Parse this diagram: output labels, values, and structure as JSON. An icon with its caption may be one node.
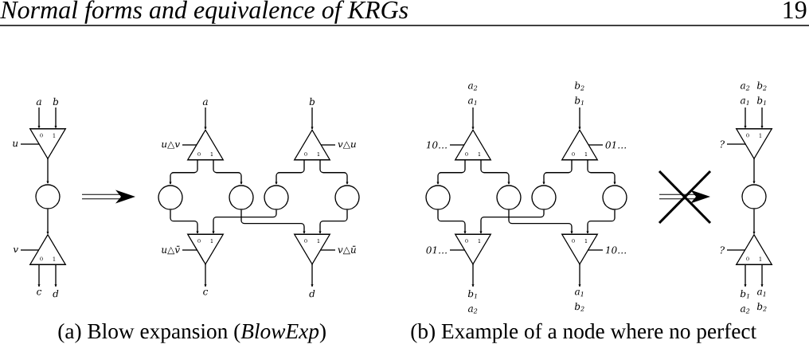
{
  "diagram": {
    "nodes": [
      {
        "text": [
          "a"
        ]
      },
      {
        "text": [
          "b"
        ]
      },
      {
        "text": [
          "u"
        ]
      },
      {
        "text": [
          "0",
          "1"
        ]
      },
      {
        "text": [],
        "shape": "circle"
      },
      {
        "text": [
          "v"
        ]
      },
      {
        "text": [
          "0",
          "1"
        ]
      },
      {
        "text": [
          "c"
        ]
      },
      {
        "text": [
          "d"
        ]
      },
      {
        "text": [
          "a"
        ]
      },
      {
        "text": [
          "b"
        ]
      },
      {
        "text": [
          "u△v"
        ]
      },
      {
        "text": [
          "0",
          "1"
        ]
      },
      {
        "text": [
          "0",
          "1"
        ]
      },
      {
        "text": [
          "v△u"
        ]
      },
      {
        "text": [],
        "shape": "circle"
      },
      {
        "text": [],
        "shape": "circle"
      },
      {
        "text": [],
        "shape": "circle"
      },
      {
        "text": [],
        "shape": "circle"
      },
      {
        "text": [
          "u△v̄"
        ]
      },
      {
        "text": [
          "0",
          "1"
        ]
      },
      {
        "text": [
          "0",
          "1"
        ]
      },
      {
        "text": [
          "v△ū"
        ]
      },
      {
        "text": [
          "c"
        ]
      },
      {
        "text": [
          "d"
        ]
      },
      {
        "text": [
          "a$_{2}$ a$_{1}$"
        ]
      },
      {
        "text": [
          "b$_{2}$ b$_{1}$"
        ]
      },
      {
        "text": [
          "10…"
        ]
      },
      {
        "text": [
          "0",
          "1"
        ]
      },
      {
        "text": [
          "0",
          "1"
        ]
      },
      {
        "text": [
          "01…"
        ]
      },
      {
        "text": [],
        "shape": "circle"
      },
      {
        "text": [],
        "shape": "circle"
      },
      {
        "text": [],
        "shape": "circle"
      },
      {
        "text": [],
        "shape": "circle"
      },
      {
        "text": [
          "01…"
        ]
      },
      {
        "text": [
          "0",
          "1"
        ]
      },
      {
        "text": [
          "0",
          "1"
        ]
      },
      {
        "text": [
          "10…"
        ]
      },
      {
        "text": [
          "b$_{1}$ a$_{2}$"
        ]
      },
      {
        "text": [
          "a$_{1}$ b$_{2}$"
        ]
      },
      {
        "text": [
          "a$_{2}$ a$_{1}$"
        ]
      },
      {
        "text": [
          "b$_{2}$ b$_{1}$"
        ]
      },
      {
        "text": [
          "?"
        ]
      },
      {
        "text": [
          "0",
          "1"
        ]
      },
      {
        "text": [],
        "shape": "circle"
      },
      {
        "text": [
          "?"
        ]
      },
      {
        "text": [
          "0",
          "1"
        ]
      },
      {
        "text": [
          "b$_{1}$ a$_{2}$"
        ]
      },
      {
        "text": [
          "a$_{1}$ b$_{2}$"
        ]
      }
    ],
    "edges": [
      {
        "from": 0,
        "to": 3,
        "arrow": "to"
      },
      {
        "from": 1,
        "to": 3,
        "arrow": "to"
      },
      {
        "from": 2,
        "to": 3,
        "arrow": "none"
      },
      {
        "from": 3,
        "to": 4,
        "arrow": "to"
      },
      {
        "from": 4,
        "to": 6,
        "arrow": "to"
      },
      {
        "from": 5,
        "to": 6,
        "arrow": "none"
      },
      {
        "from": 6,
        "to": 7,
        "arrow": "to"
      },
      {
        "from": 6,
        "to": 8,
        "arrow": "to"
      },
      {
        "from": 9,
        "to": 12,
        "arrow": "to"
      },
      {
        "from": 10,
        "to": 13,
        "arrow": "to"
      },
      {
        "from": 11,
        "to": 12,
        "arrow": "none"
      },
      {
        "from": 14,
        "to": 13,
        "arrow": "none"
      },
      {
        "from": 12,
        "to": 15,
        "arrow": "to"
      },
      {
        "from": 12,
        "to": 16,
        "arrow": "to"
      },
      {
        "from": 13,
        "to": 17,
        "arrow": "to"
      },
      {
        "from": 13,
        "to": 18,
        "arrow": "to"
      },
      {
        "from": 15,
        "to": 20,
        "arrow": "to"
      },
      {
        "from": 17,
        "to": 20,
        "arrow": "to"
      },
      {
        "from": 16,
        "to": 21,
        "arrow": "to"
      },
      {
        "from": 18,
        "to": 21,
        "arrow": "to"
      },
      {
        "from": 19,
        "to": 20,
        "arrow": "none"
      },
      {
        "from": 22,
        "to": 21,
        "arrow": "none"
      },
      {
        "from": 20,
        "to": 23,
        "arrow": "to"
      },
      {
        "from": 21,
        "to": 24,
        "arrow": "to"
      },
      {
        "from": 25,
        "to": 28,
        "arrow": "to"
      },
      {
        "from": 26,
        "to": 29,
        "arrow": "to"
      },
      {
        "from": 27,
        "to": 28,
        "arrow": "none"
      },
      {
        "from": 30,
        "to": 29,
        "arrow": "none"
      },
      {
        "from": 28,
        "to": 31,
        "arrow": "to"
      },
      {
        "from": 28,
        "to": 32,
        "arrow": "to"
      },
      {
        "from": 29,
        "to": 33,
        "arrow": "to"
      },
      {
        "from": 29,
        "to": 34,
        "arrow": "to"
      },
      {
        "from": 31,
        "to": 36,
        "arrow": "to"
      },
      {
        "from": 33,
        "to": 36,
        "arrow": "to"
      },
      {
        "from": 32,
        "to": 37,
        "arrow": "to"
      },
      {
        "from": 34,
        "to": 37,
        "arrow": "to"
      },
      {
        "from": 35,
        "to": 36,
        "arrow": "none"
      },
      {
        "from": 38,
        "to": 37,
        "arrow": "none"
      },
      {
        "from": 36,
        "to": 39,
        "arrow": "to"
      },
      {
        "from": 37,
        "to": 40,
        "arrow": "to"
      },
      {
        "from": 41,
        "to": 44,
        "arrow": "to"
      },
      {
        "from": 42,
        "to": 44,
        "arrow": "to"
      },
      {
        "from": 43,
        "to": 44,
        "arrow": "none"
      },
      {
        "from": 44,
        "to": 45,
        "arrow": "to"
      },
      {
        "from": 45,
        "to": 47,
        "arrow": "to"
      },
      {
        "from": 46,
        "to": 47,
        "arrow": "none"
      },
      {
        "from": 47,
        "to": 48,
        "arrow": "to"
      },
      {
        "from": 47,
        "to": 49,
        "arrow": "to"
      }
    ],
    "labels": [
      "Normal forms and equivalence of KRGs",
      "19",
      "(a) Blow expansion (*BlowExp*)",
      "(b) Example of a node where no perfect"
    ]
  }
}
